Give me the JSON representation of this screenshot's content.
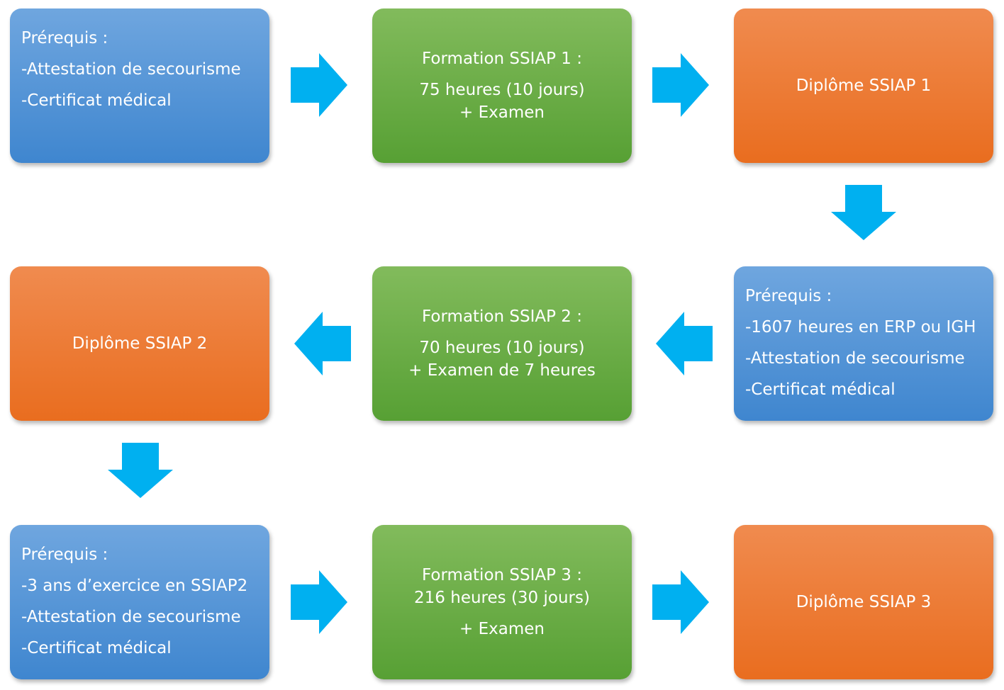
{
  "colors": {
    "blue": "#4a8fd6",
    "green": "#6aae45",
    "orange": "#ed7a34",
    "arrow": "#00b0f0"
  },
  "row1": {
    "prereq": {
      "title": "Prérequis :",
      "items": [
        "-Attestation de secourisme",
        "-Certificat médical"
      ]
    },
    "formation": {
      "title": "Formation SSIAP 1 :",
      "duration": "75 heures (10 jours)",
      "exam": "+ Examen"
    },
    "diplome": "Diplôme SSIAP 1"
  },
  "row2": {
    "prereq": {
      "title": "Prérequis :",
      "items": [
        "-1607 heures en ERP ou IGH",
        "-Attestation de secourisme",
        "-Certificat médical"
      ]
    },
    "formation": {
      "title": "Formation SSIAP 2 :",
      "duration": "70 heures (10 jours)",
      "exam": "+ Examen de 7 heures"
    },
    "diplome": "Diplôme SSIAP 2"
  },
  "row3": {
    "prereq": {
      "title": "Prérequis :",
      "items": [
        "-3 ans d’exercice en SSIAP2",
        "-Attestation de secourisme",
        "-Certificat médical"
      ]
    },
    "formation": {
      "title": "Formation SSIAP 3 :",
      "duration": "216 heures (30 jours)",
      "exam": "+ Examen"
    },
    "diplome": "Diplôme SSIAP 3"
  }
}
